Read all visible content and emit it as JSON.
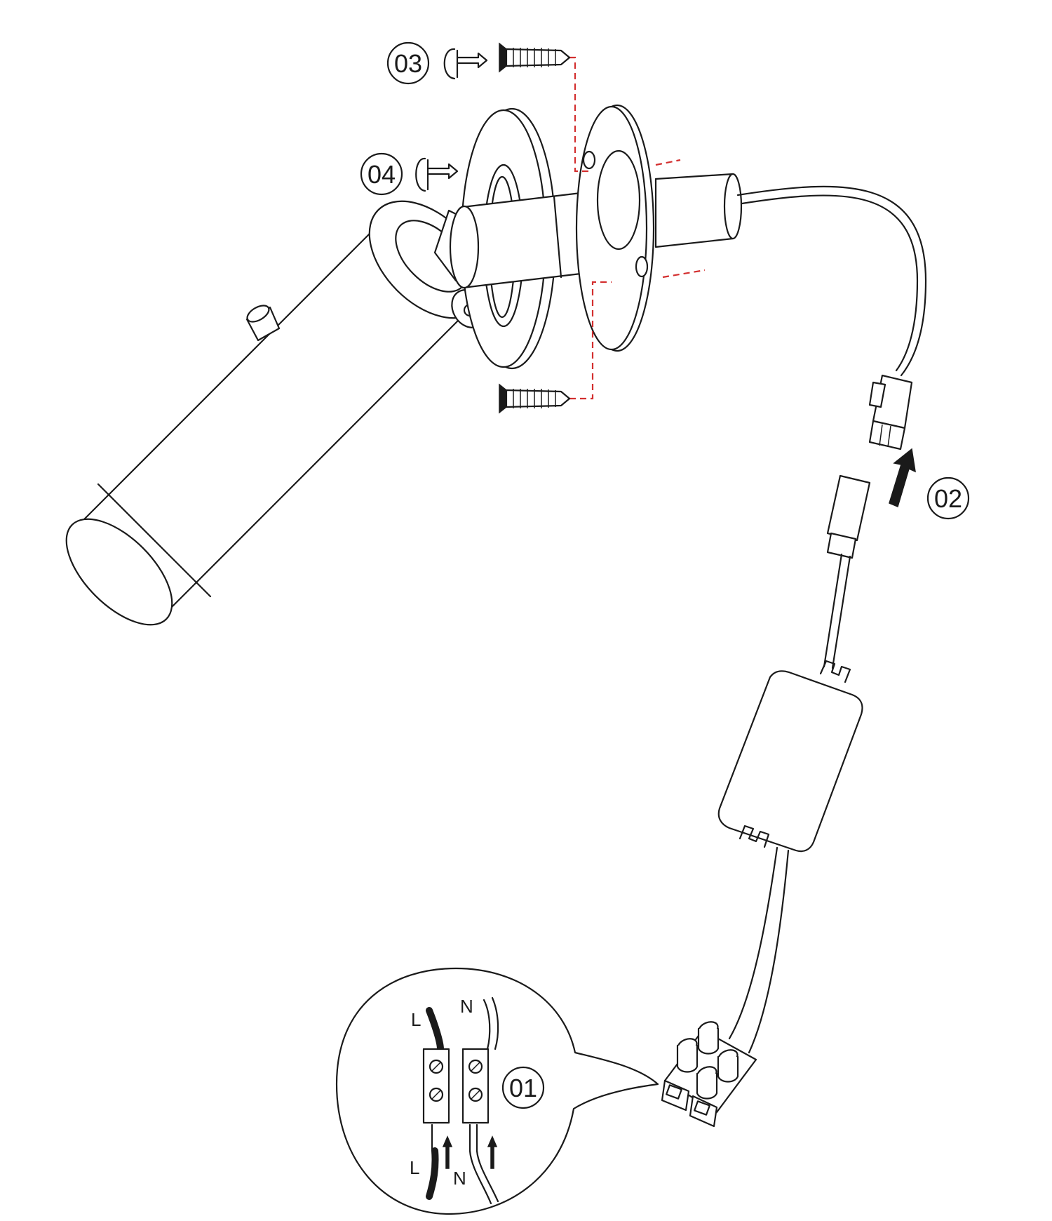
{
  "steps": {
    "step1": "01",
    "step2": "02",
    "step3": "03",
    "step4": "04"
  },
  "wire_labels": {
    "live_top": "L",
    "neutral_top": "N",
    "live_bottom": "L",
    "neutral_bottom": "N"
  },
  "colors": {
    "line": "#1a1a1a",
    "guide_dash": "#d32f2f",
    "background": "#ffffff"
  }
}
